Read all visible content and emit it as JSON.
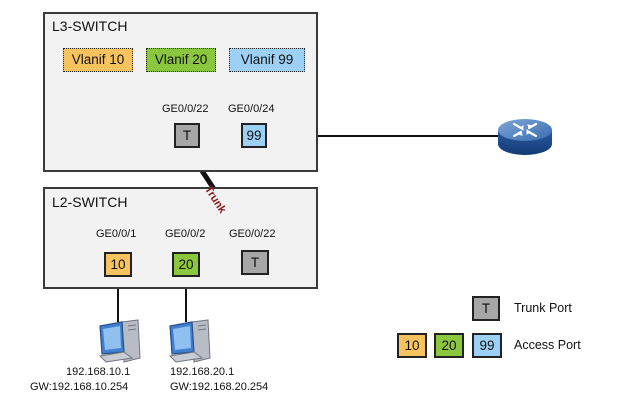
{
  "switches": {
    "l3": {
      "title": "L3-SWITCH"
    },
    "l2": {
      "title": "L2-SWITCH"
    }
  },
  "vlanifs": [
    {
      "label": "Vlanif 10",
      "color": "#f7c35f"
    },
    {
      "label": "Vlanif 20",
      "color": "#8bc63f"
    },
    {
      "label": "Vlanif 99",
      "color": "#9dd0f5"
    }
  ],
  "l3_ports": [
    {
      "name": "GE0/0/22",
      "value": "T",
      "color": "#a6a6a6"
    },
    {
      "name": "GE0/0/24",
      "value": "99",
      "color": "#9dd0f5"
    }
  ],
  "l2_ports": [
    {
      "name": "GE0/0/1",
      "value": "10",
      "color": "#f7c35f"
    },
    {
      "name": "GE0/0/2",
      "value": "20",
      "color": "#8bc63f"
    },
    {
      "name": "GE0/0/22",
      "value": "T",
      "color": "#a6a6a6"
    }
  ],
  "trunk_label": "Trunk",
  "hosts": [
    {
      "ip": "192.168.10.1",
      "gw": "GW:192.168.10.254"
    },
    {
      "ip": "192.168.20.1",
      "gw": "GW:192.168.20.254"
    }
  ],
  "legend": {
    "trunk": {
      "value": "T",
      "label": "Trunk Port",
      "color": "#a6a6a6"
    },
    "access": {
      "values": [
        {
          "value": "10",
          "color": "#f7c35f"
        },
        {
          "value": "20",
          "color": "#8bc63f"
        },
        {
          "value": "99",
          "color": "#9dd0f5"
        }
      ],
      "label": "Access Port"
    }
  },
  "icons": {
    "router": "router-icon",
    "pc": "pc-icon"
  },
  "colors": {
    "link": "#111111",
    "trunk_text": "#8b1a1a",
    "box_bg": "#f2f2f2"
  }
}
